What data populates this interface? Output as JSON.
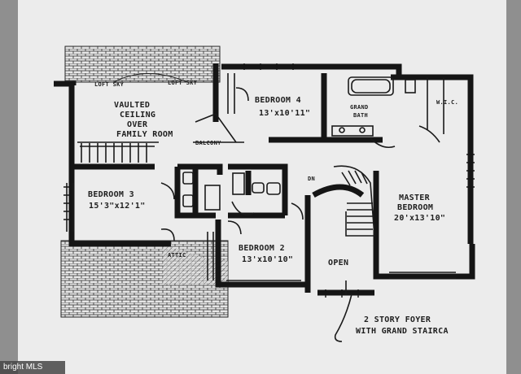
{
  "rooms": {
    "loft_sky_left": "LOFT SKY",
    "loft_sky_right": "LOFT SKY",
    "vaulted_ceiling": [
      "VAULTED",
      "CEILING",
      "OVER",
      "FAMILY ROOM"
    ],
    "balcony": "BALCONY",
    "bedroom4_name": "BEDROOM 4",
    "bedroom4_size": "13'x10'11\"",
    "grand_bath": [
      "GRAND",
      "BATH"
    ],
    "wic": "W.I.C.",
    "bedroom3_name": "BEDROOM 3",
    "bedroom3_size": "15'3\"x12'1\"",
    "dn": "DN",
    "master_bedroom_name": [
      "MASTER",
      "BEDROOM"
    ],
    "master_bedroom_size": "20'x13'10\"",
    "attic": "ATTIC",
    "bedroom2_name": "BEDROOM 2",
    "bedroom2_size": "13'x10'10\"",
    "open": "OPEN"
  },
  "caption": [
    "2 STORY FOYER",
    "WITH GRAND STAIRCA"
  ],
  "watermark": "bright MLS",
  "colors": {
    "paper": "#ececec",
    "wall": "#151515",
    "margin": "#8f8f8f"
  }
}
